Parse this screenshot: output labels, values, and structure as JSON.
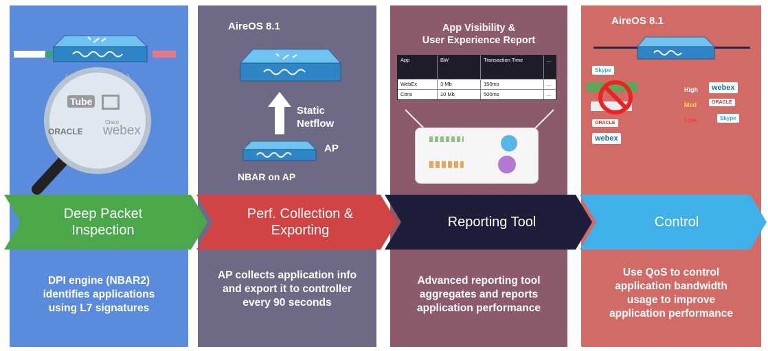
{
  "panels": [
    {
      "id": "dpi",
      "description": [
        "DPI engine (NBAR2)",
        "identifies applications",
        "using L7 signatures"
      ]
    },
    {
      "id": "perf",
      "description": [
        "AP collects application info",
        "and export it to controller",
        "every 90 seconds"
      ]
    },
    {
      "id": "report",
      "description": [
        "Advanced reporting tool",
        "aggregates and reports",
        "application performance"
      ]
    },
    {
      "id": "control",
      "description": [
        "Use QoS to control",
        "application bandwidth",
        "usage to improve",
        "application performance"
      ]
    }
  ],
  "arrows": [
    {
      "lines": [
        "Deep Packet",
        "Inspection"
      ],
      "color": "#4aa84a"
    },
    {
      "lines": [
        "Perf. Collection &",
        "Exporting"
      ],
      "color": "#d24444"
    },
    {
      "lines": [
        "Reporting Tool"
      ],
      "color": "#1e1e3a"
    },
    {
      "lines": [
        "Control"
      ],
      "color": "#3fb0e8"
    }
  ],
  "dpi_logos": {
    "tube": "Tube",
    "oracle": "ORACLE",
    "cisco": "Cisco",
    "webex": "webex"
  },
  "perf": {
    "os": "AireOS 8.1",
    "netflow": [
      "Static",
      "Netflow"
    ],
    "ap": "AP",
    "nbar": "NBAR on AP"
  },
  "report": {
    "title": [
      "App Visibility &",
      "User Experience Report"
    ],
    "headers": [
      "App",
      "BW",
      "Transaction Time",
      "..."
    ],
    "rows": [
      [
        "WebEx",
        "3 Mb",
        "150ms",
        "..."
      ],
      [
        "Citrix",
        "10 Mb",
        "500ms",
        "..."
      ]
    ]
  },
  "control": {
    "os": "AireOS 8.1",
    "levels": [
      "High",
      "Med",
      "Low"
    ],
    "level_colors": [
      "#ffffff",
      "#ffd84a",
      "#ff3b30"
    ],
    "apps_left": [
      "Skype",
      "",
      "",
      "ORACLE",
      "webex"
    ],
    "apps_right": [
      "webex",
      "ORACLE",
      "Skype"
    ]
  }
}
